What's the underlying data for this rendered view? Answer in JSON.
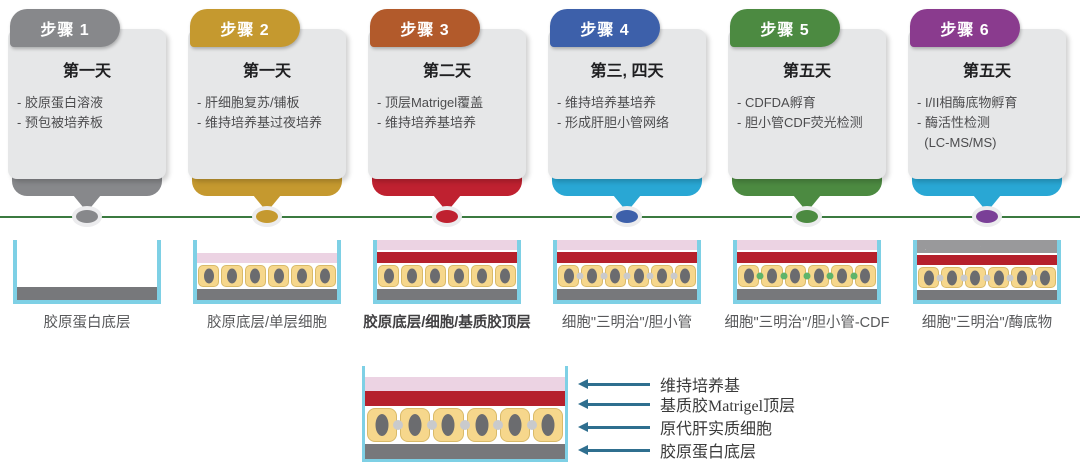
{
  "steps": [
    {
      "label": "步骤 1",
      "day": "第一天",
      "bullets": [
        "- 胶原蛋白溶液",
        "- 预包被培养板"
      ],
      "colors": {
        "tab": "#87888b",
        "strip": "#87888b",
        "dot": "#87888b"
      }
    },
    {
      "label": "步骤 2",
      "day": "第一天",
      "bullets": [
        "- 肝细胞复苏/铺板",
        "- 维持培养基过夜培养"
      ],
      "colors": {
        "tab": "#c5992f",
        "strip": "#c5992f",
        "dot": "#c5992f"
      }
    },
    {
      "label": "步骤 3",
      "day": "第二天",
      "bullets": [
        "- 顶层Matrigel覆盖",
        "- 维持培养基培养"
      ],
      "colors": {
        "tab": "#b25a2b",
        "strip": "#bf2130",
        "dot": "#bf2130"
      }
    },
    {
      "label": "步骤 4",
      "day": "第三, 四天",
      "bullets": [
        "- 维持培养基培养",
        "- 形成肝胆小管网络"
      ],
      "colors": {
        "tab": "#3d60aa",
        "strip": "#29a7d4",
        "dot": "#3d60aa"
      }
    },
    {
      "label": "步骤 5",
      "day": "第五天",
      "bullets": [
        "- CDFDA孵育",
        "- 胆小管CDF荧光检测"
      ],
      "colors": {
        "tab": "#4c8a41",
        "strip": "#4c8a41",
        "dot": "#4c8a41"
      }
    },
    {
      "label": "步骤 6",
      "day": "第五天",
      "bullets": [
        "- I/II相酶底物孵育",
        "- 酶活性检测",
        "  (LC-MS/MS)"
      ],
      "colors": {
        "tab": "#8a3b8e",
        "strip": "#29a7d4",
        "dot": "#7a3f97"
      }
    }
  ],
  "wells": [
    {
      "label": "胶原蛋白底层"
    },
    {
      "label": "胶原底层/单层细胞"
    },
    {
      "label": "胶原底层/细胞/基质胶顶层"
    },
    {
      "label": "细胞\"三明治\"/胆小管"
    },
    {
      "label": "细胞\"三明治\"/胆小管-CDF"
    },
    {
      "label": "细胞\"三明治\"/酶底物"
    }
  ],
  "legend": {
    "items": [
      "维持培养基",
      "基质胶Matrigel顶层",
      "原代肝实质细胞",
      "胶原蛋白底层"
    ]
  },
  "colors": {
    "timeline_green": "#3b7a40",
    "well_wall_blue": "#7ed0e5",
    "media_pink": "#ecd3e3",
    "matrigel_red": "#b5202c",
    "cell_body_tan": "#f6d78c",
    "cell_nucleus_gray": "#6b6c6f",
    "collagen_gray": "#77787b",
    "canaliculi_gray": "#c9cacc",
    "canaliculi_cdf_green": "#5fb46a",
    "legend_arrow_teal": "#2f6f8f"
  }
}
